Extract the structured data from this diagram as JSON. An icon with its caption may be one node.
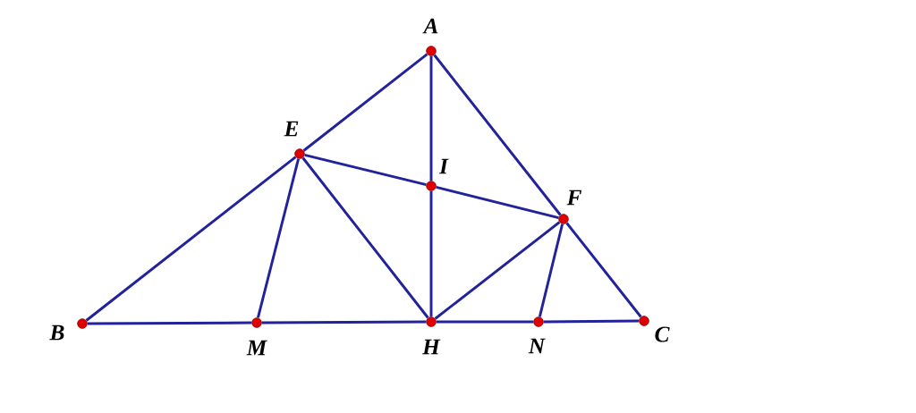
{
  "diagram": {
    "nodes": [
      {
        "text": [
          "A"
        ]
      },
      {
        "text": [
          "E"
        ]
      },
      {
        "text": [
          "I"
        ]
      },
      {
        "text": [
          "F"
        ]
      },
      {
        "text": [
          "B"
        ]
      },
      {
        "text": [
          "M"
        ]
      },
      {
        "text": [
          "H"
        ]
      },
      {
        "text": [
          "N"
        ]
      },
      {
        "text": [
          "C"
        ]
      }
    ],
    "edges": [
      {
        "from": 0,
        "to": 1,
        "arrow": "none"
      },
      {
        "from": 1,
        "to": 4,
        "arrow": "none"
      },
      {
        "from": 0,
        "to": 3,
        "arrow": "none"
      },
      {
        "from": 3,
        "to": 8,
        "arrow": "none"
      },
      {
        "from": 4,
        "to": 5,
        "arrow": "none"
      },
      {
        "from": 5,
        "to": 6,
        "arrow": "none"
      },
      {
        "from": 6,
        "to": 7,
        "arrow": "none"
      },
      {
        "from": 7,
        "to": 8,
        "arrow": "none"
      },
      {
        "from": 0,
        "to": 2,
        "arrow": "none"
      },
      {
        "from": 2,
        "to": 6,
        "arrow": "none"
      },
      {
        "from": 1,
        "to": 2,
        "arrow": "none"
      },
      {
        "from": 2,
        "to": 3,
        "arrow": "none"
      },
      {
        "from": 1,
        "to": 5,
        "arrow": "none"
      },
      {
        "from": 1,
        "to": 6,
        "arrow": "none"
      },
      {
        "from": 3,
        "to": 6,
        "arrow": "none"
      },
      {
        "from": 3,
        "to": 7,
        "arrow": "none"
      }
    ]
  }
}
